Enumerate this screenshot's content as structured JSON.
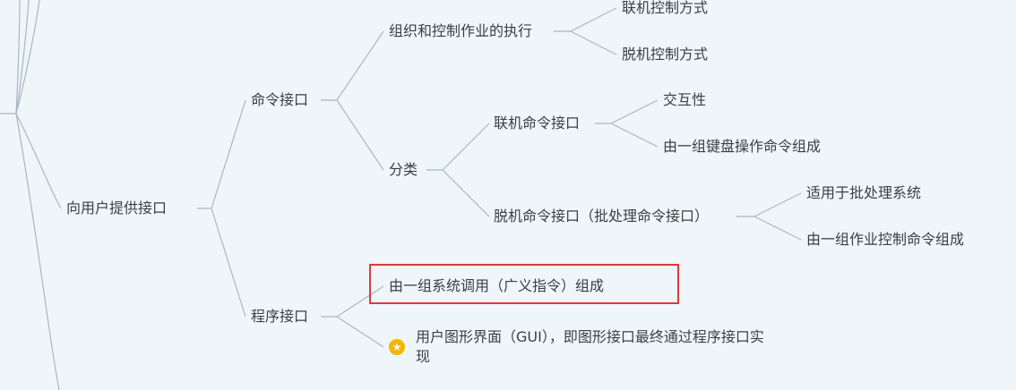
{
  "nodes": {
    "root_l2": "向用户提供接口",
    "cmd_interface": "命令接口",
    "org_control": "组织和控制作业的执行",
    "online_control": "联机控制方式",
    "offline_control": "脱机控制方式",
    "category": "分类",
    "online_cmd": "联机命令接口",
    "interactive": "交互性",
    "keyboard_cmds": "由一组键盘操作命令组成",
    "offline_cmd": "脱机命令接口（批处理命令接口）",
    "batch_system": "适用于批处理系统",
    "job_control_cmds": "由一组作业控制命令组成",
    "program_interface": "程序接口",
    "syscalls": "由一组系统调用（广义指令）组成",
    "gui": "用户图形界面（GUI），即图形接口最终通过程序接口实现"
  },
  "icons": {
    "gui_marker": "star-icon"
  },
  "colors": {
    "background": "#eef6f9",
    "line": "#a9b7c2",
    "highlight": "#e0393d",
    "star": "#f5b400"
  }
}
